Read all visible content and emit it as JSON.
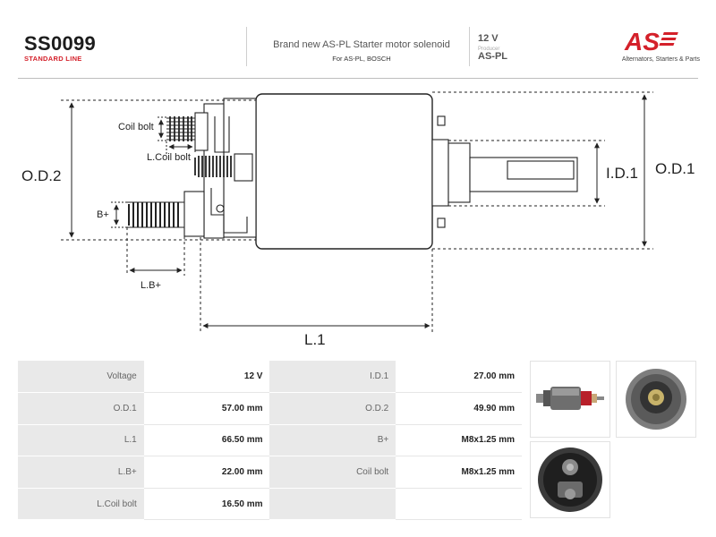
{
  "header": {
    "code": "SS0099",
    "line": "STANDARD LINE",
    "description": "Brand new AS-PL Starter motor solenoid",
    "for": "For AS-PL, BOSCH",
    "voltage": "12 V",
    "producer_label": "Producer",
    "producer": "AS-PL",
    "brand": "AS",
    "tagline": "Alternators, Starters & Parts"
  },
  "diagram": {
    "labels": {
      "od2": "O.D.2",
      "od1": "O.D.1",
      "id1": "I.D.1",
      "l1": "L.1",
      "lbplus": "L.B+",
      "bplus": "B+",
      "coil_bolt": "Coil bolt",
      "lcoil_bolt": "L.Coil bolt"
    }
  },
  "specs": [
    [
      {
        "k": "Voltage",
        "v": "12 V"
      },
      {
        "k": "I.D.1",
        "v": "27.00 mm"
      }
    ],
    [
      {
        "k": "O.D.1",
        "v": "57.00 mm"
      },
      {
        "k": "O.D.2",
        "v": "49.90 mm"
      }
    ],
    [
      {
        "k": "L.1",
        "v": "66.50 mm"
      },
      {
        "k": "B+",
        "v": "M8x1.25 mm"
      }
    ],
    [
      {
        "k": "L.B+",
        "v": "22.00 mm"
      },
      {
        "k": "Coil bolt",
        "v": "M8x1.25 mm"
      }
    ],
    [
      {
        "k": "L.Coil bolt",
        "v": "16.50 mm"
      },
      {
        "k": "",
        "v": ""
      }
    ]
  ],
  "colors": {
    "accent": "#d4202a",
    "table_key_bg": "#e9e9e9"
  }
}
